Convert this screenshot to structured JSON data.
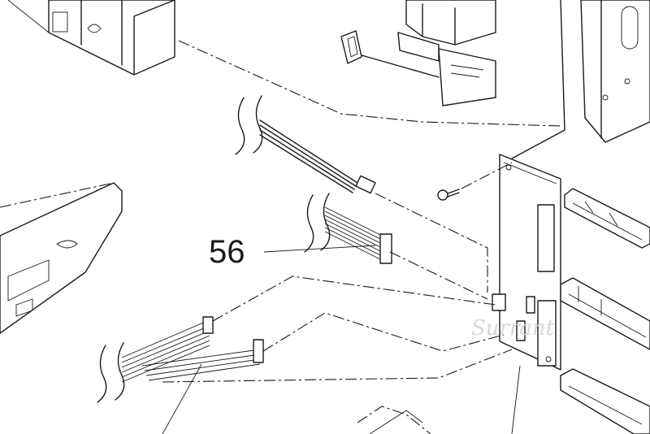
{
  "diagram": {
    "callouts": [
      {
        "id": "56",
        "label": "56"
      }
    ],
    "watermark": "Surrant",
    "colors": {
      "line": "#1a1a1a",
      "background": "#ffffff",
      "watermark": "#d8d8d8"
    }
  }
}
